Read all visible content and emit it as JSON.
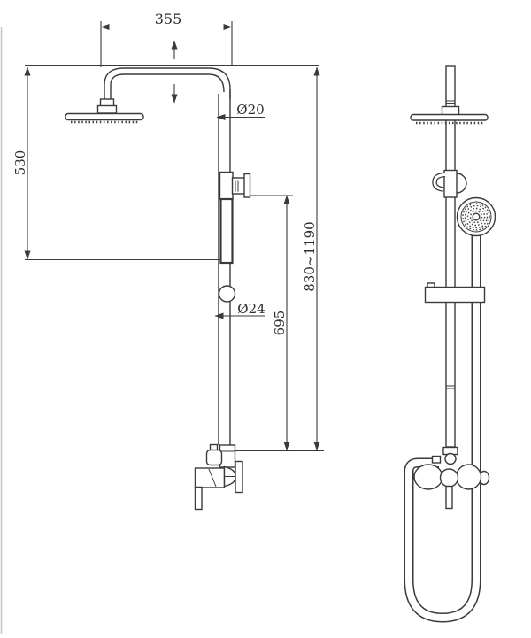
{
  "drawing": {
    "background": "#ffffff",
    "line_color": "#3a3a3a",
    "dimensions": {
      "top_width": "355",
      "head_drop": "530",
      "pipe_dia": "Ø20",
      "slider_dia": "Ø24",
      "mid_height": "695",
      "height_range": "830~1190"
    },
    "icons": {
      "up_arrow": "up-arrow-icon",
      "down_arrow": "down-arrow-icon"
    }
  }
}
